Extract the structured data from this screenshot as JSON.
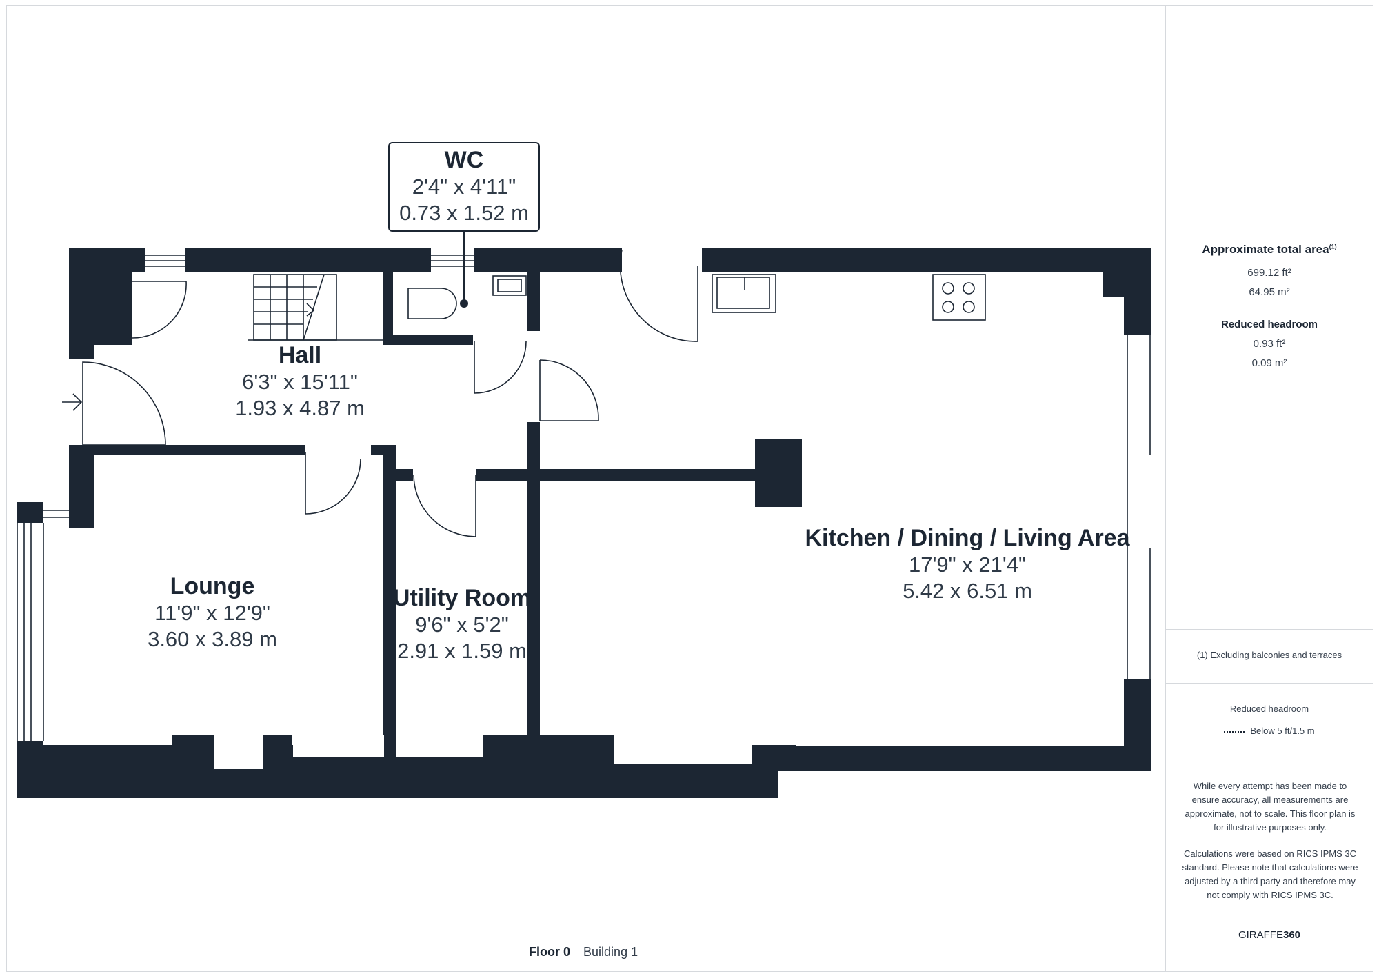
{
  "rooms": {
    "wc": {
      "name": "WC",
      "dim_imperial": "2'4\" x 4'11\"",
      "dim_metric": "0.73 x 1.52 m"
    },
    "hall": {
      "name": "Hall",
      "dim_imperial": "6'3\" x 15'11\"",
      "dim_metric": "1.93 x 4.87 m"
    },
    "lounge": {
      "name": "Lounge",
      "dim_imperial": "11'9\" x 12'9\"",
      "dim_metric": "3.60 x 3.89 m"
    },
    "utility": {
      "name": "Utility Room",
      "dim_imperial": "9'6\" x 5'2\"",
      "dim_metric": "2.91 x 1.59 m"
    },
    "kitchen": {
      "name": "Kitchen / Dining / Living Area",
      "dim_imperial": "17'9\" x 21'4\"",
      "dim_metric": "5.42 x 6.51 m"
    }
  },
  "sidebar": {
    "total_area_title": "Approximate total area",
    "total_area_footnote_mark": "(1)",
    "total_area_ft": "699.12 ft²",
    "total_area_m": "64.95 m²",
    "reduced_headroom_title": "Reduced headroom",
    "reduced_headroom_ft": "0.93 ft²",
    "reduced_headroom_m": "0.09 m²",
    "footnote": "(1) Excluding balconies and terraces",
    "legend_title": "Reduced headroom",
    "legend_item": "Below 5 ft/1.5 m",
    "disclaimer_1": "While every attempt has been made to ensure accuracy, all measurements are approximate, not to scale. This floor plan is for illustrative purposes only.",
    "disclaimer_2": "Calculations were based on RICS IPMS 3C standard. Please note that calculations were adjusted by a third party and therefore may not comply with RICS IPMS 3C.",
    "brand_prefix": "GIRAFFE",
    "brand_suffix": "360"
  },
  "footer": {
    "floor": "Floor 0",
    "building": "Building 1"
  },
  "colors": {
    "wall": "#1c2633",
    "text": "#1c2633",
    "border": "#d6d9dd"
  }
}
